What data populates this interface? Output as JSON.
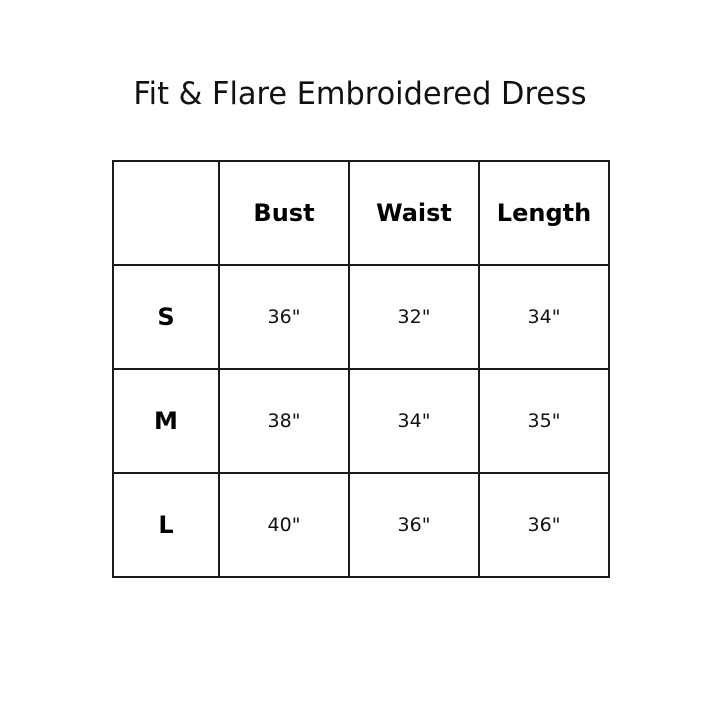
{
  "title": "Fit & Flare Embroidered Dress",
  "table": {
    "corner": "",
    "headers": [
      "Bust",
      "Waist",
      "Length"
    ],
    "rows": [
      {
        "size": "S",
        "values": [
          "36\"",
          "32\"",
          "34\""
        ]
      },
      {
        "size": "M",
        "values": [
          "38\"",
          "34\"",
          "35\""
        ]
      },
      {
        "size": "L",
        "values": [
          "40\"",
          "36\"",
          "36\""
        ]
      }
    ]
  },
  "colors": {
    "background": "#ffffff",
    "text": "#000000",
    "grid": "#1a1a1a"
  }
}
